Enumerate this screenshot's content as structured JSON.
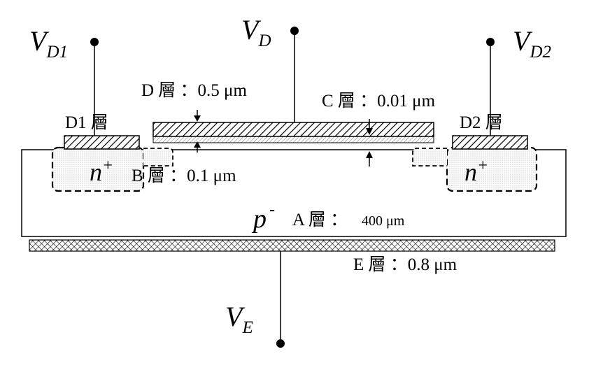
{
  "terminals": {
    "vd1": {
      "main": "V",
      "sub": "D1"
    },
    "vd": {
      "main": "V",
      "sub": "D"
    },
    "vd2": {
      "main": "V",
      "sub": "D2"
    },
    "ve": {
      "main": "V",
      "sub": "E"
    }
  },
  "labels": {
    "d_layer": "D 層 ：0.5 μm",
    "c_layer": "C 層 ：0.01 μm",
    "d1_layer": "D1 層",
    "d2_layer": "D2 層",
    "b_layer": "B 層 ：0.1 μm",
    "a_layer": "A 層 ：",
    "a_thickness": "400 μm",
    "e_layer": "E 層 ：0.8 μm",
    "n_plus_left": {
      "main": "n",
      "sup": "+"
    },
    "n_plus_right": {
      "main": "n",
      "sup": "+"
    },
    "p_minus": {
      "main": "p",
      "sup": "-"
    }
  }
}
